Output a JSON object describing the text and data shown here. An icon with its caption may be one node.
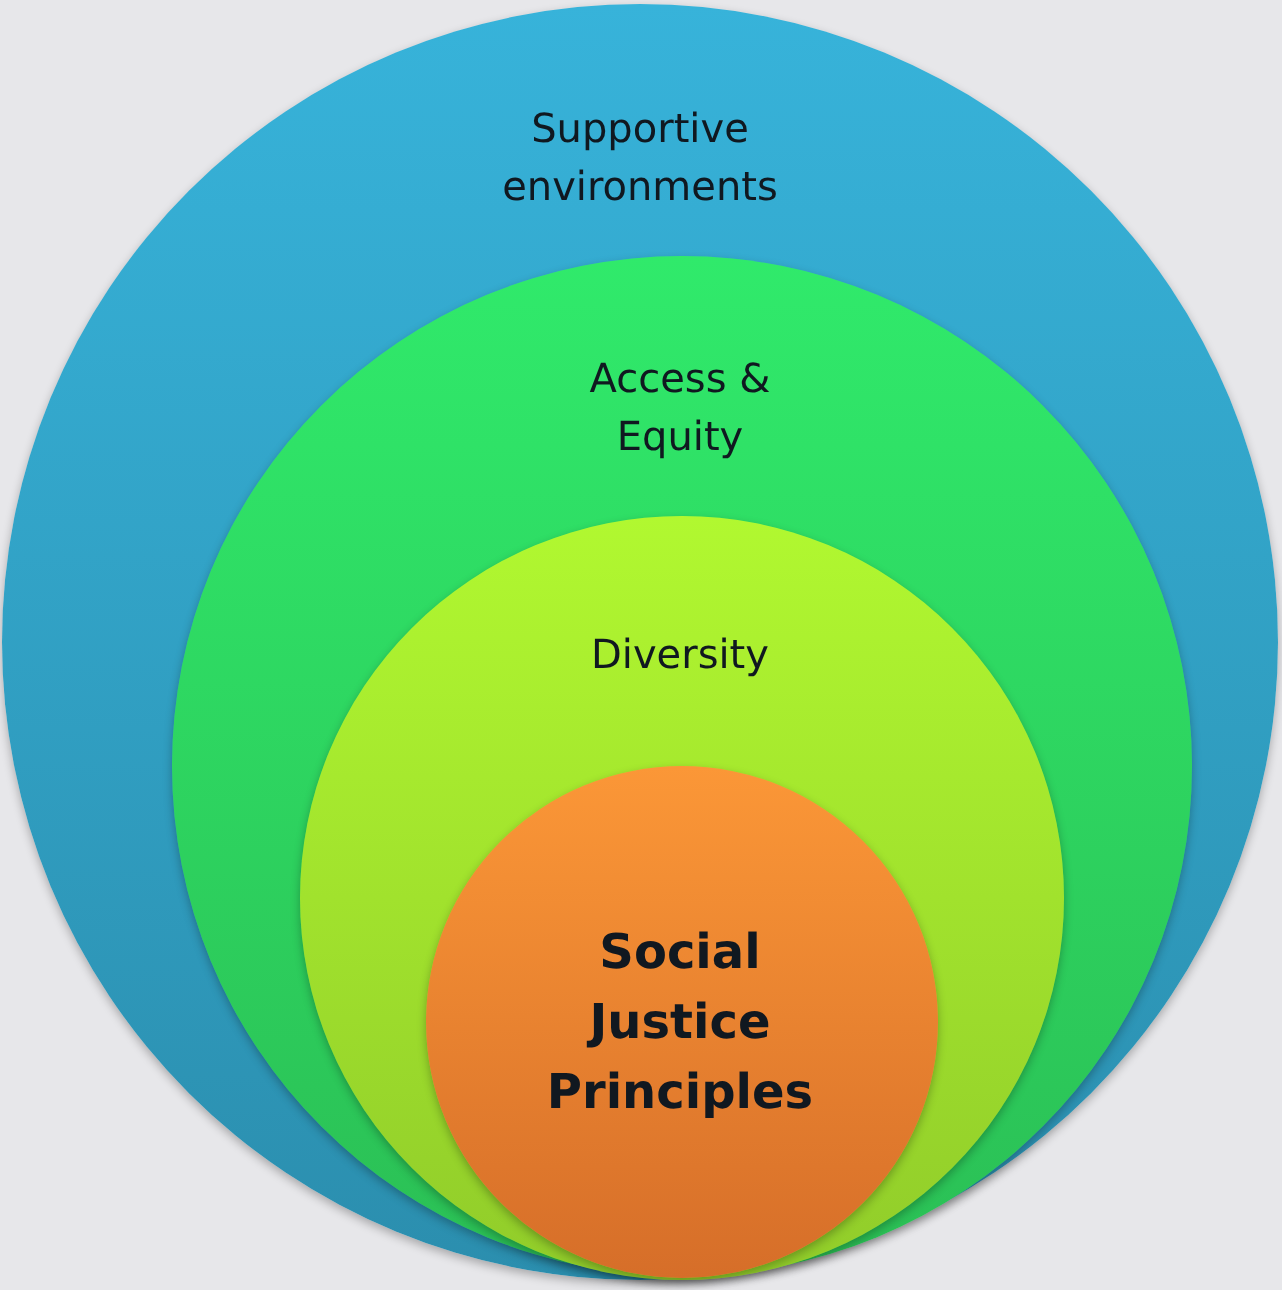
{
  "diagram": {
    "nodes": [
      {
        "text": [
          "Supportive environments"
        ]
      },
      {
        "text": [
          "Access & Equity"
        ],
        "in": 0
      },
      {
        "text": [
          "Diversity"
        ],
        "in": 1
      },
      {
        "text": [
          "Social Justice Principles"
        ],
        "in": 2
      }
    ]
  }
}
